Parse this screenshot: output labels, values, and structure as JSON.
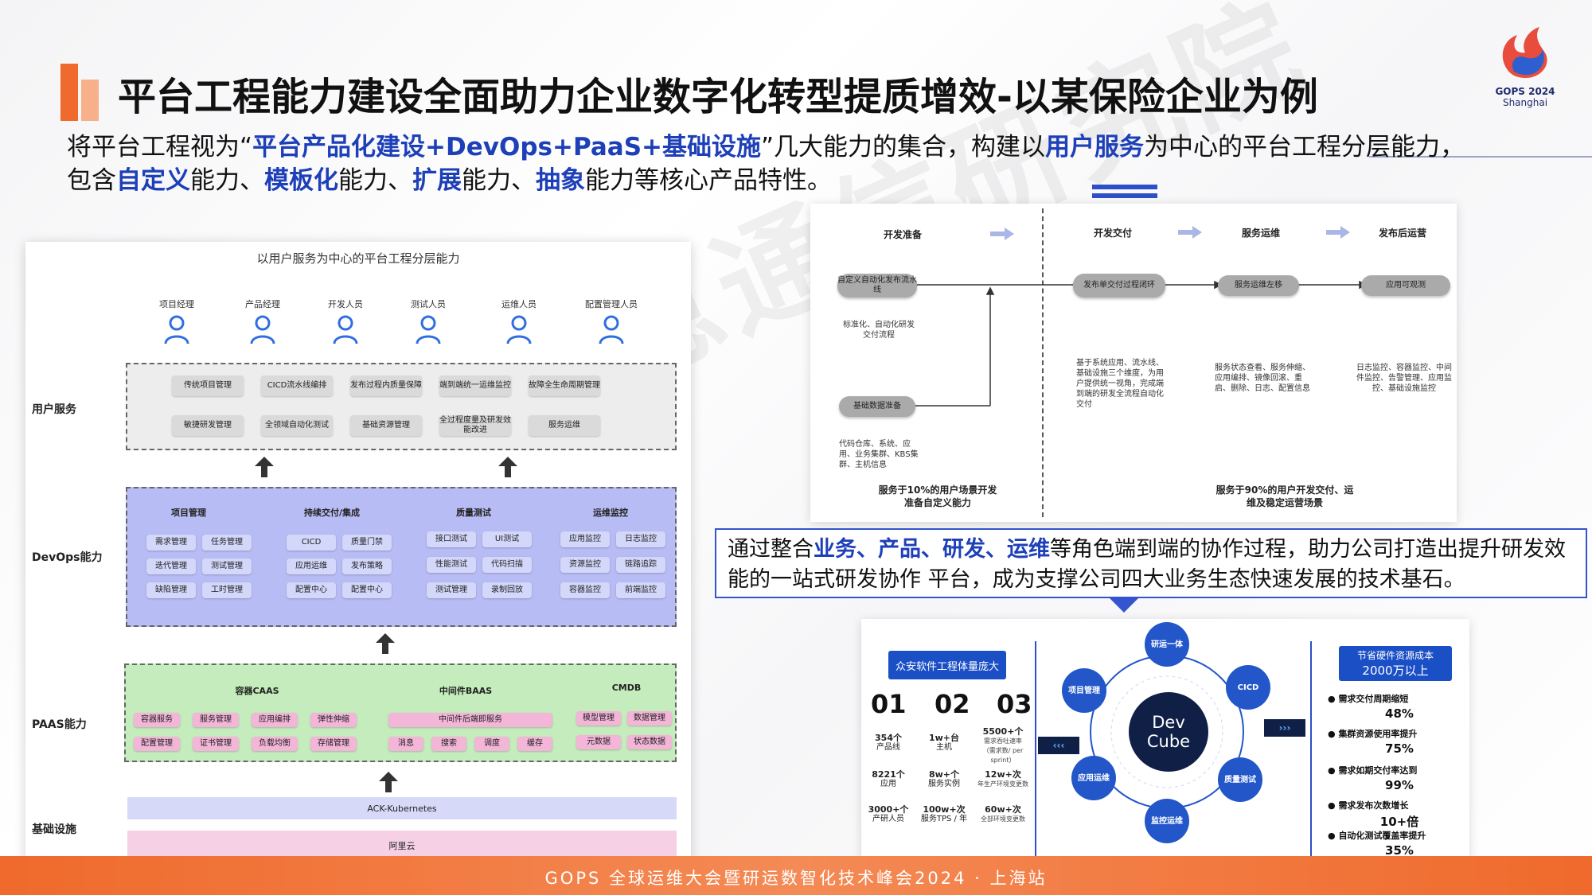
{
  "header": {
    "title": "平台工程能力建设全面助力企业数字化转型提质增效-以某保险企业为例",
    "logo_line1": "GOPS 2024",
    "logo_line2": "Shanghai"
  },
  "intro": {
    "p1": "将平台工程视为“",
    "h1": "平台产品化建设+DevOps+PaaS+基础设施",
    "p2": "”几大能力的集合，构建以",
    "h2": "用户服务",
    "p3": "为中心的平台工程分层能力，",
    "p4": "包含",
    "h3": "自定义",
    "p5": "能力、",
    "h4": "模板化",
    "p6": "能力、",
    "h5": "扩展",
    "p7": "能力、",
    "h6": "抽象",
    "p8": "能力等核心产品特性。"
  },
  "watermark": "中国信息通信研究院",
  "left_diagram": {
    "title": "以用户服务为中心的平台工程分层能力",
    "roles": [
      "项目经理",
      "产品经理",
      "开发人员",
      "测试人员",
      "运维人员",
      "配置管理人员"
    ],
    "layers": {
      "user": "用户服务",
      "devops": "DevOps能力",
      "paas": "PAAS能力",
      "infra": "基础设施"
    },
    "user_services": [
      "传统项目管理",
      "CICD流水线编排",
      "发布过程内质量保障",
      "端到端统一运维监控",
      "故障全生命周期管理",
      "敏捷研发管理",
      "全领域自动化测试",
      "基础资源管理",
      "全过程度量及研发效能改进",
      "服务运维"
    ],
    "devops_groups": [
      "项目管理",
      "持续交付/集成",
      "质量测试",
      "运维监控"
    ],
    "devops_items": [
      "需求管理",
      "任务管理",
      "迭代管理",
      "测试管理",
      "缺陷管理",
      "工时管理",
      "CICD",
      "质量门禁",
      "应用运维",
      "发布策略",
      "配置中心",
      "配置中心",
      "接口测试",
      "UI测试",
      "性能测试",
      "代码扫描",
      "测试管理",
      "录制回放",
      "应用监控",
      "日志监控",
      "资源监控",
      "链路追踪",
      "容器监控",
      "前端监控"
    ],
    "paas_groups": [
      "容器CAAS",
      "中间件BAAS",
      "CMDB"
    ],
    "paas_items": [
      "容器服务",
      "服务管理",
      "应用编排",
      "弹性伸缩",
      "配置管理",
      "证书管理",
      "负载均衡",
      "存储管理",
      "中间件后端即服务",
      "消息",
      "搜索",
      "调度",
      "缓存",
      "模型管理",
      "数据管理",
      "元数据",
      "状态数据"
    ],
    "infra": [
      "ACK-Kubernetes",
      "阿里云"
    ]
  },
  "flow": {
    "stages": [
      "开发准备",
      "开发交付",
      "服务运维",
      "发布后运营"
    ],
    "boxes": [
      "自定义自动化发布流水线",
      "基础数据准备",
      "发布单交付过程闭环",
      "服务运维左移",
      "应用可观测"
    ],
    "notes": [
      "标准化、自动化研发交付流程",
      "代码仓库、系统、应用、业务集群、KBS集群、主机信息",
      "基于系统应用、流水线、基础设施三个维度，为用户提供统一视角，完成端到端的研发全流程自动化交付",
      "服务状态查看、服务伸缩、应用编排、镜像回滚、重启、删除、日志、配置信息",
      "日志监控、容器监控、中间件监控、告警管理、应用监控、基础设施监控"
    ],
    "foot_left": "服务于10%的用户场景开发准备自定义能力",
    "foot_right": "服务于90%的用户开发交付、运维及稳定运营场景"
  },
  "callout": {
    "p1": "通过整合",
    "h1": "业务、产品、研发、运维",
    "p2": "等角色端到端的协作过程，助力公司打造出提升研发效能的一站式研发协作 平台，成为支撑公司四大业务生态快速发展的技术基石。"
  },
  "scale": {
    "badge": "众安软件工程体量庞大",
    "cols": [
      "01",
      "02",
      "03"
    ],
    "stats": [
      {
        "v": "354个",
        "l": "产品线"
      },
      {
        "v": "1w+台",
        "l": "主机"
      },
      {
        "v": "5500+个",
        "l": "需求吞吐速率",
        "s": "（需求数/ per sprint）"
      },
      {
        "v": "8221个",
        "l": "应用"
      },
      {
        "v": "8w+个",
        "l": "服务实例"
      },
      {
        "v": "12w+次",
        "l": "年生产环境变更数"
      },
      {
        "v": "3000+个",
        "l": "产研人员"
      },
      {
        "v": "100w+次",
        "l": "服务TPS / 年"
      },
      {
        "v": "60w+次",
        "l": "全部环境变更数"
      }
    ]
  },
  "cube": {
    "core": "Dev Cube",
    "nodes": [
      "研运一体",
      "CICD",
      "质量测试",
      "监控运维",
      "应用运维",
      "项目管理"
    ]
  },
  "savings": {
    "title": "节省硬件资源成本",
    "amount": "2000万以上",
    "items": [
      {
        "label": "需求交付周期缩短",
        "pct": "48%"
      },
      {
        "label": "集群资源使用率提升",
        "pct": "75%"
      },
      {
        "label": "需求如期交付率达到",
        "pct": "99%"
      },
      {
        "label": "需求发布次数增长",
        "pct": "10+倍"
      },
      {
        "label": "自动化测试覆盖率提升",
        "pct": "35%"
      }
    ]
  },
  "footer": "GOPS 全球运维大会暨研运数智化技术峰会2024 · 上海站",
  "colors": {
    "accent_orange": "#ef6a2c",
    "highlight_blue": "#1d3fb8",
    "devops_fill": "#d3d7fa",
    "paas_fill": "#f3b5d8",
    "navy": "#0f1f46"
  }
}
